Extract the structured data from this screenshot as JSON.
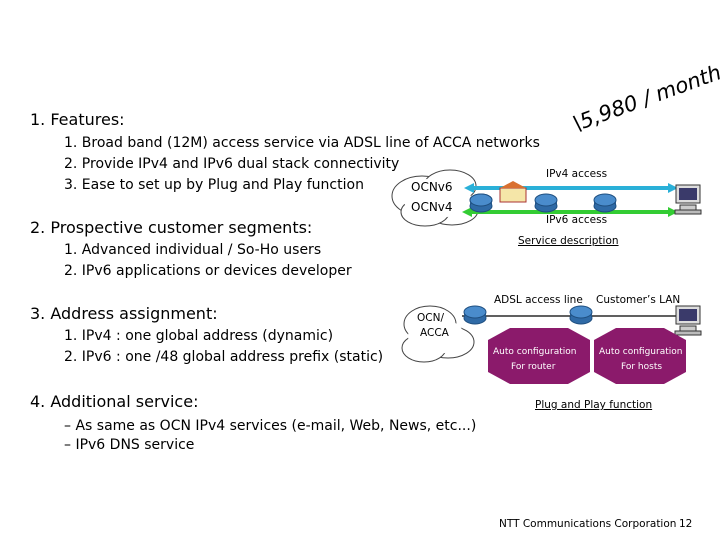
{
  "slide": {
    "sections": [
      {
        "title": "1.  Features:",
        "items": [
          "1.  Broad band (12M) access service via ADSL line of ACCA networks",
          "2.  Provide IPv4 and IPv6 dual stack connectivity",
          "3.  Ease to set up by Plug and Play function"
        ]
      },
      {
        "title": "2.  Prospective customer segments:",
        "items": [
          "1.  Advanced individual / So-Ho users",
          "2.  IPv6 applications or devices developer"
        ]
      },
      {
        "title": "3.  Address assignment:",
        "items": [
          "1.  IPv4 : one global address (dynamic)",
          "2.  IPv6 : one /48 global address prefix (static)"
        ]
      },
      {
        "title": "4.  Additional service:",
        "items": [
          "–    As same as OCN IPv4 services (e-mail, Web, News, etc...)",
          "–    IPv6 DNS service"
        ]
      }
    ],
    "price": "\\5,980 / month",
    "diagram": {
      "cloud1_line1": "OCNv6",
      "cloud1_line2": "OCNv4",
      "ipv4_label": "IPv4 access",
      "ipv6_label": "IPv6 access",
      "service_description": "Service description",
      "cloud2_line1": "OCN/",
      "cloud2_line2": "ACCA",
      "adsl_label": "ADSL access line",
      "lan_label": "Customer’s LAN",
      "arrow1_line1": "Auto configuration",
      "arrow1_line2": "For router",
      "arrow2_line1": "Auto configuration",
      "arrow2_line2": "For hosts",
      "plug_and_play": "Plug and Play function"
    },
    "footer": {
      "company": "NTT Communications Corporation",
      "page": "12"
    },
    "colors": {
      "ipv4_line": "#2ab0d8",
      "ipv6_line": "#33cc33",
      "arrow_fill": "#8b1a6b",
      "router_fill": "#3b7bbd",
      "cloud_fill": "#ffffff"
    }
  }
}
